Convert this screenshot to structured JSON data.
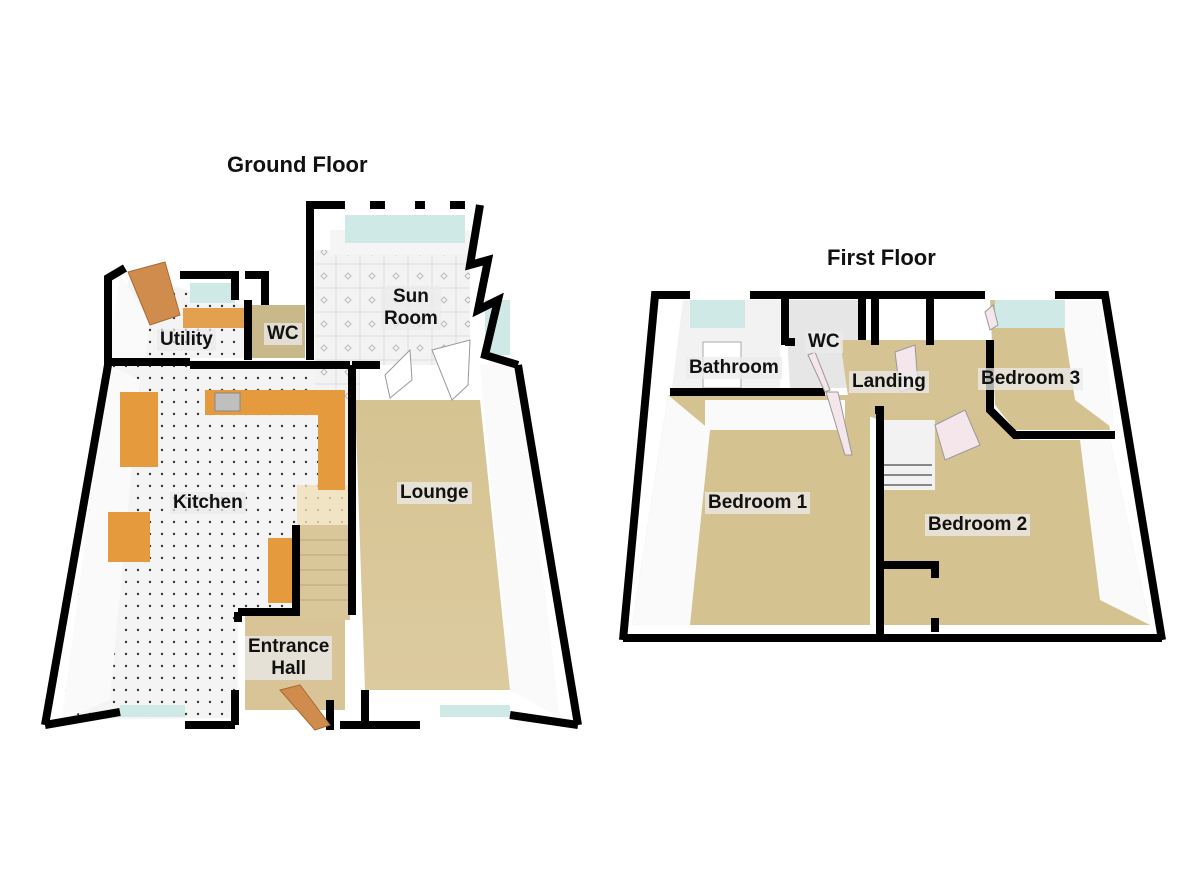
{
  "ground_floor": {
    "title": "Ground Floor",
    "rooms": [
      {
        "name": "Utility"
      },
      {
        "name": "WC"
      },
      {
        "name": "Sun Room",
        "line1": "Sun",
        "line2": "Room"
      },
      {
        "name": "Kitchen"
      },
      {
        "name": "Lounge"
      },
      {
        "name": "Entrance Hall",
        "line1": "Entrance",
        "line2": "Hall"
      }
    ]
  },
  "first_floor": {
    "title": "First Floor",
    "rooms": [
      {
        "name": "Bathroom"
      },
      {
        "name": "WC"
      },
      {
        "name": "Landing"
      },
      {
        "name": "Bedroom 3"
      },
      {
        "name": "Bedroom 1"
      },
      {
        "name": "Bedroom 2"
      }
    ]
  },
  "colors": {
    "wall": "#000000",
    "wall_face": "#f2f2f2",
    "carpet": "#d9c79a",
    "tile": "#f4f4f4",
    "worktop": "#e59a3e",
    "door": "#d08c4c",
    "window": "#cfeae6"
  }
}
